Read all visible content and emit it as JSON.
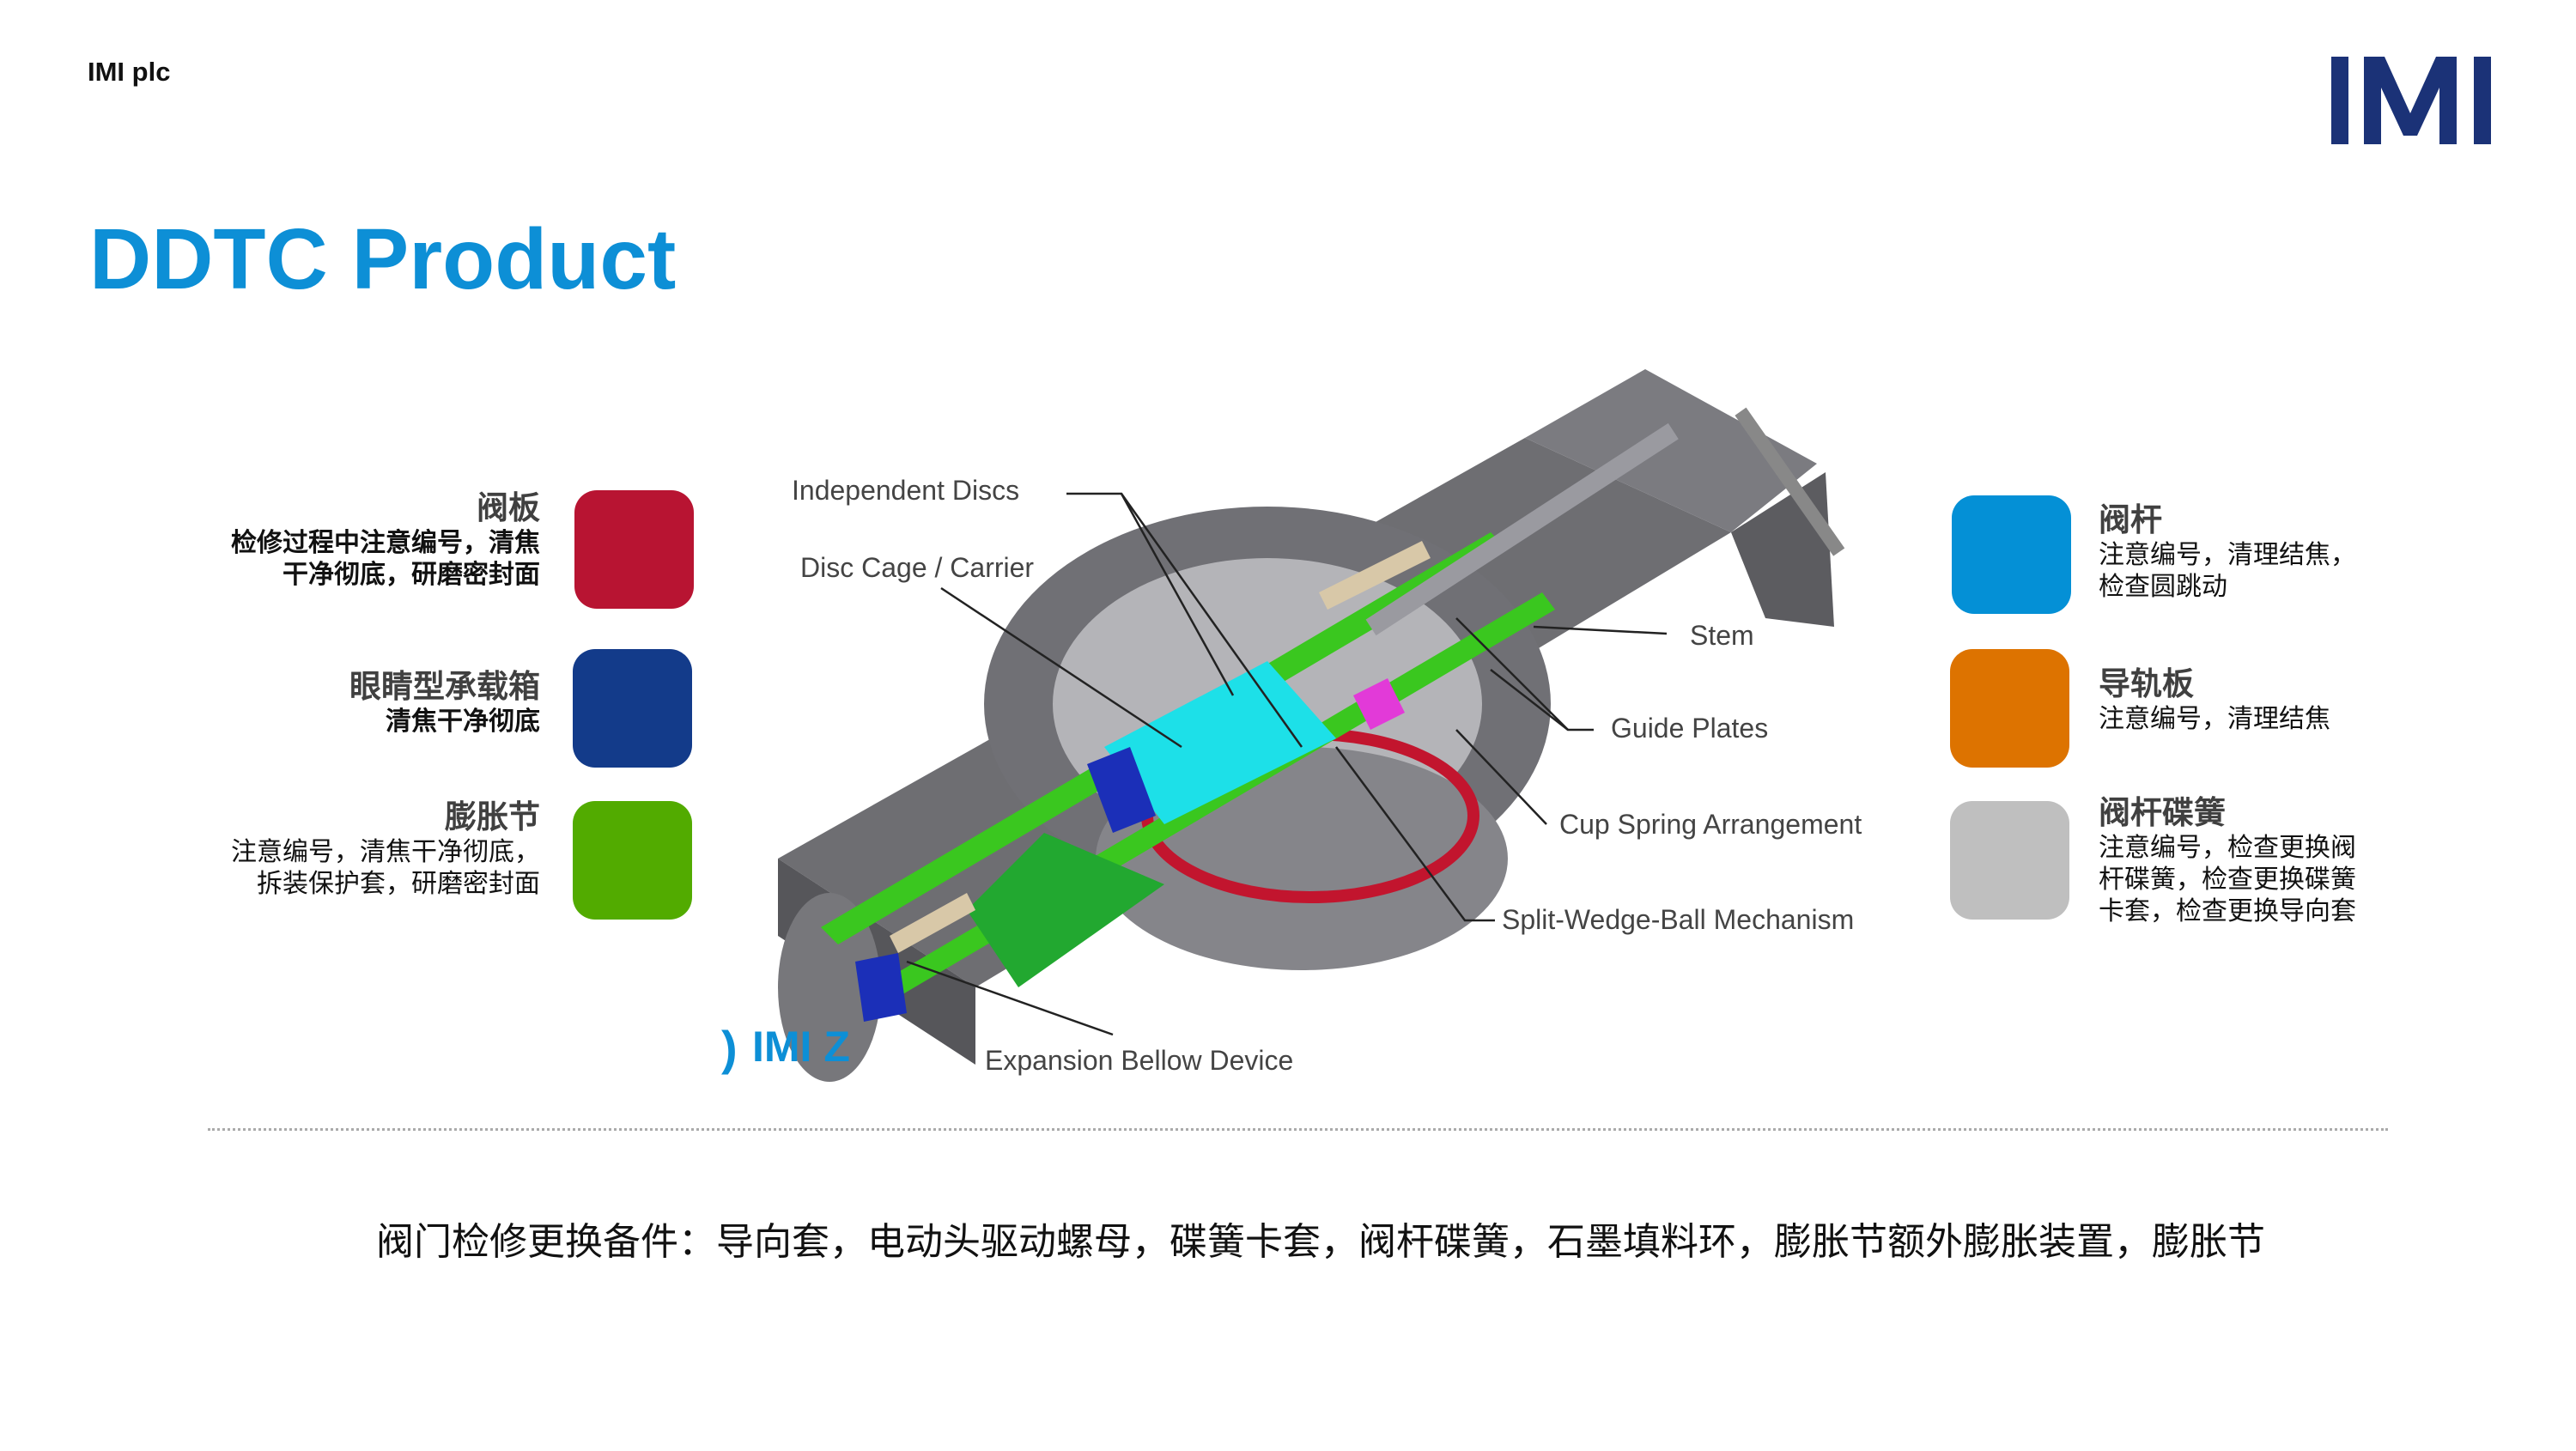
{
  "header": {
    "company": "IMI plc",
    "logo_text": "IMI",
    "title": "DDTC Product"
  },
  "colors": {
    "title": "#0d8fd6",
    "logo": "#1b3277",
    "red": "#b81432",
    "dark_blue": "#133b8a",
    "green": "#52ab00",
    "light_blue": "#0490d6",
    "orange": "#dd7300",
    "gray": "#bfbfbf"
  },
  "legend_left": [
    {
      "title": "阀板",
      "lines": [
        "检修过程中注意编号，清焦",
        "干净彻底，研磨密封面"
      ],
      "color": "#b81432"
    },
    {
      "title": "眼睛型承载箱",
      "lines": [
        "清焦干净彻底"
      ],
      "color": "#133b8a"
    },
    {
      "title": "膨胀节",
      "lines": [
        "注意编号，清焦干净彻底，",
        "拆装保护套，研磨密封面"
      ],
      "color": "#52ab00"
    }
  ],
  "legend_right": [
    {
      "title": "阀杆",
      "lines": [
        "注意编号，清理结焦，",
        "检查圆跳动"
      ],
      "color": "#0490d6"
    },
    {
      "title": "导轨板",
      "lines": [
        "注意编号，清理结焦"
      ],
      "color": "#dd7300"
    },
    {
      "title": "阀杆碟簧",
      "lines": [
        "注意编号，检查更换阀",
        "杆碟簧，检查更换碟簧",
        "卡套，检查更换导向套"
      ],
      "color": "#bfbfbf"
    }
  ],
  "diagram": {
    "labels": {
      "independent_discs": "Independent Discs",
      "disc_cage": "Disc Cage / Carrier",
      "stem": "Stem",
      "guide_plates": "Guide Plates",
      "cup_spring": "Cup Spring Arrangement",
      "split_wedge": "Split-Wedge-Ball Mechanism",
      "expansion_bellow": "Expansion Bellow Device"
    },
    "watermark": "IMI Z"
  },
  "footer": "阀门检修更换备件：导向套，电动头驱动螺母，碟簧卡套，阀杆碟簧，石墨填料环，膨胀节额外膨胀装置，膨胀节"
}
